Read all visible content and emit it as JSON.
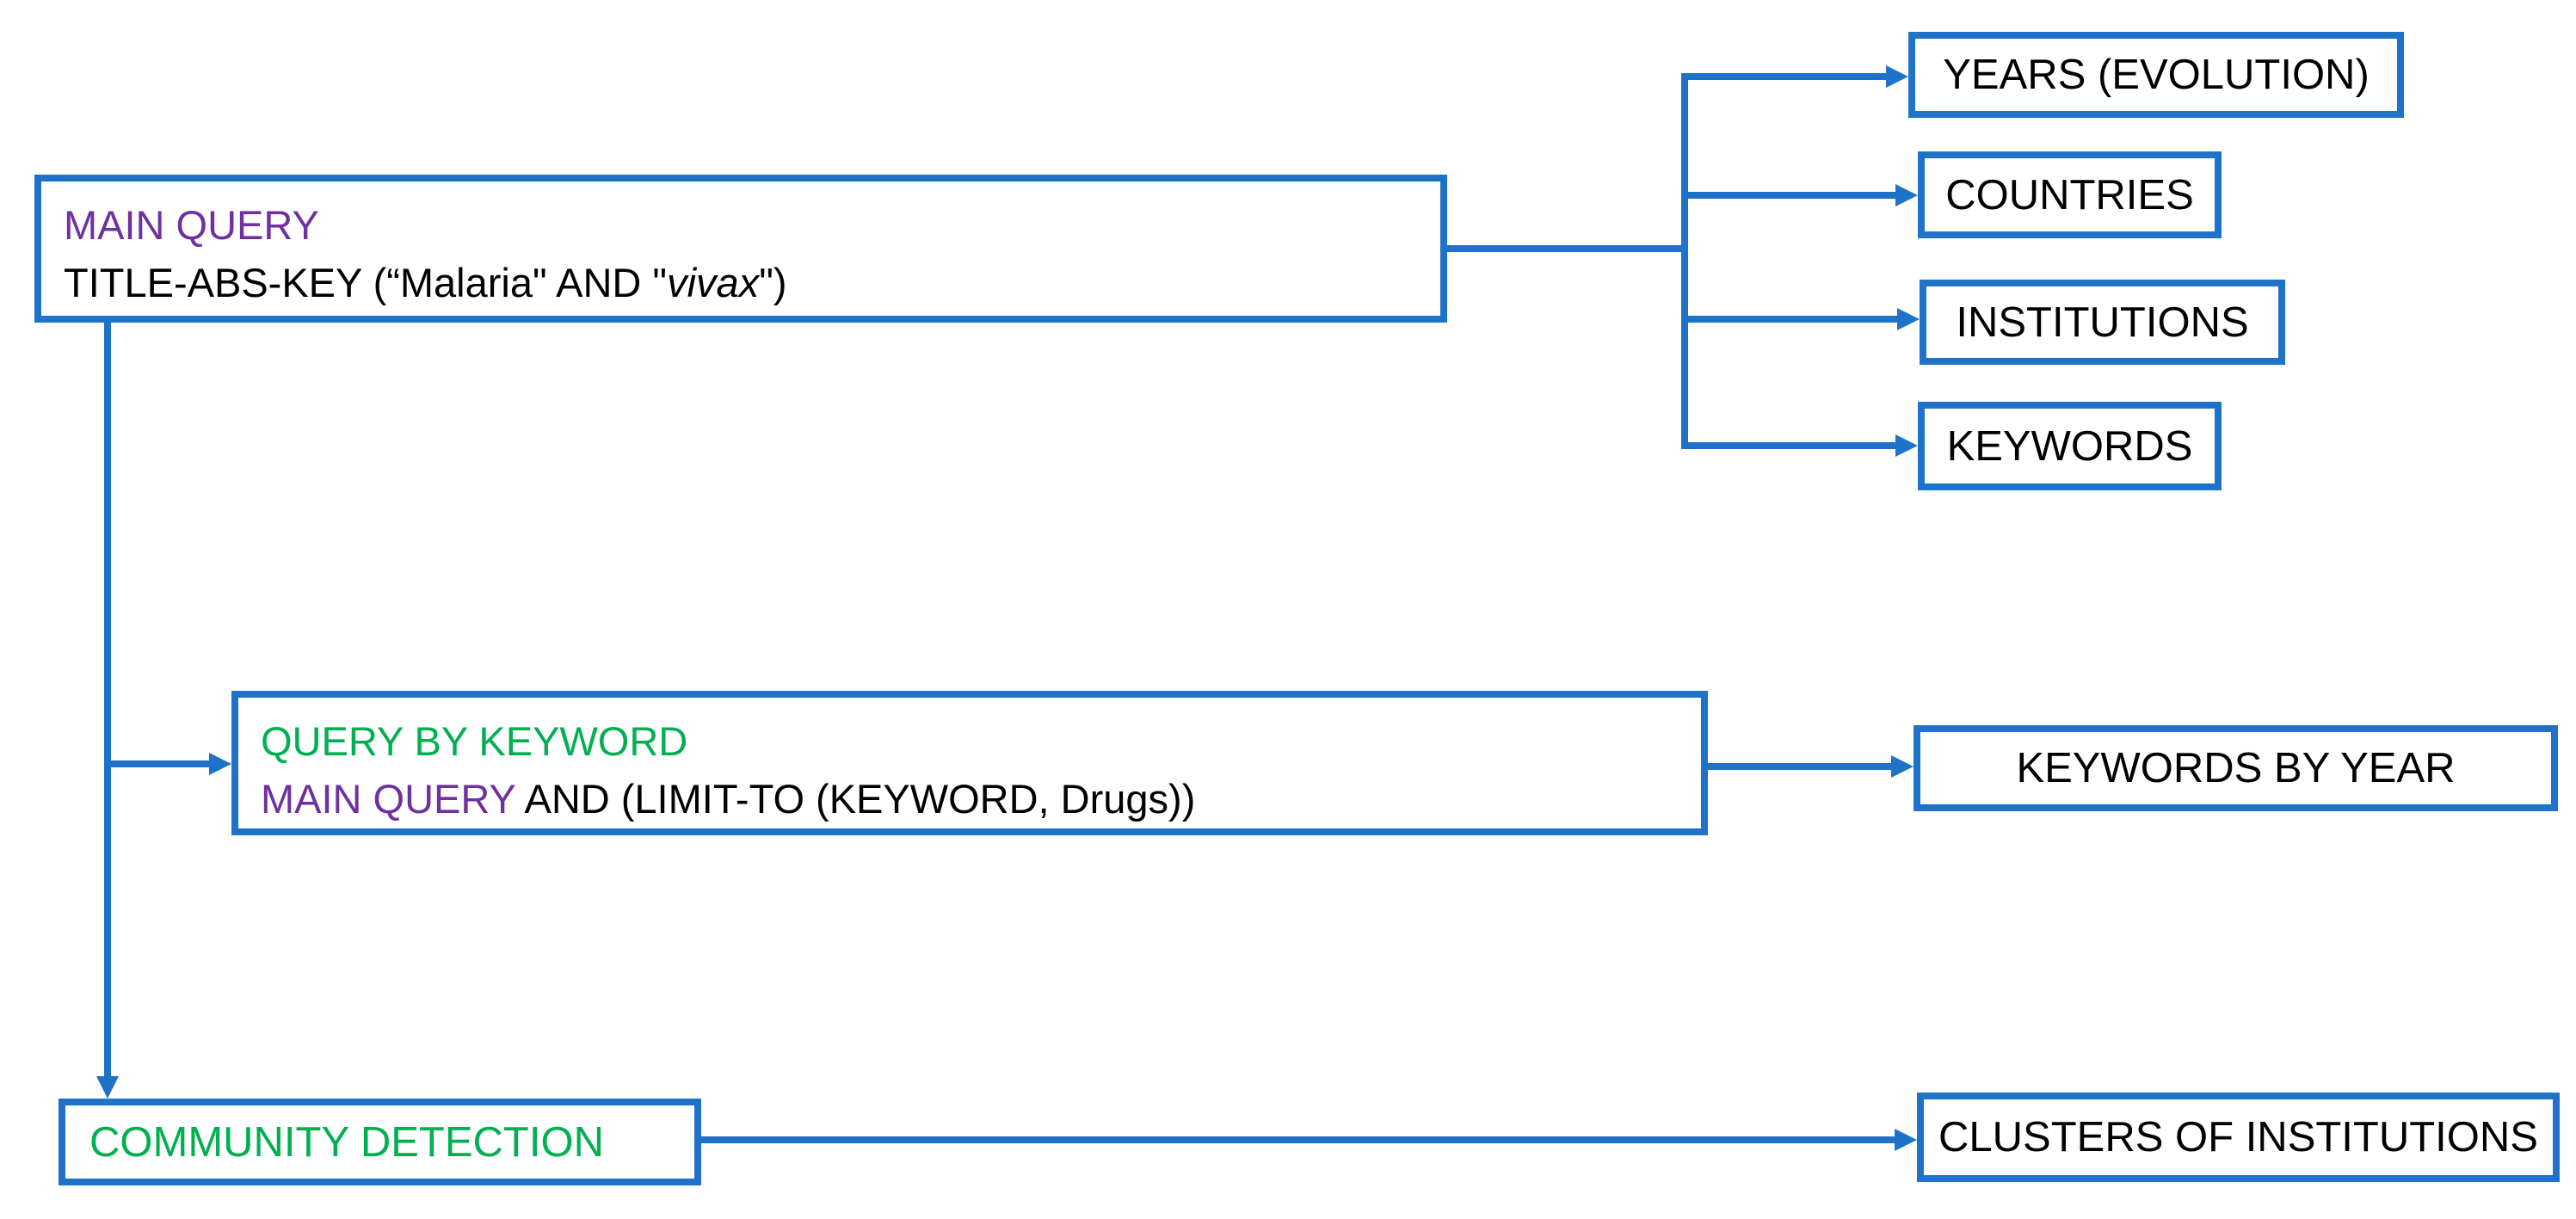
{
  "diagram": {
    "main_query": {
      "label": "MAIN QUERY",
      "query_prefix": "TITLE-ABS-KEY (“Malaria\" AND \"",
      "query_italic": "vivax",
      "query_suffix": "\")"
    },
    "main_query_outputs": {
      "years": "YEARS (EVOLUTION)",
      "countries": "COUNTRIES",
      "institutions": "INSTITUTIONS",
      "keywords": "KEYWORDS"
    },
    "query_by_keyword": {
      "label": "QUERY BY KEYWORD",
      "query_ref": "MAIN QUERY",
      "query_rest": " AND (LIMIT-TO (KEYWORD, Drugs))",
      "output": "KEYWORDS BY YEAR"
    },
    "community_detection": {
      "label": "COMMUNITY DETECTION",
      "output": "CLUSTERS OF INSTITUTIONS"
    },
    "colors": {
      "line_blue": "#1E73C8",
      "label_purple": "#7030A0",
      "label_green": "#00B050",
      "text_black": "#000000"
    }
  }
}
